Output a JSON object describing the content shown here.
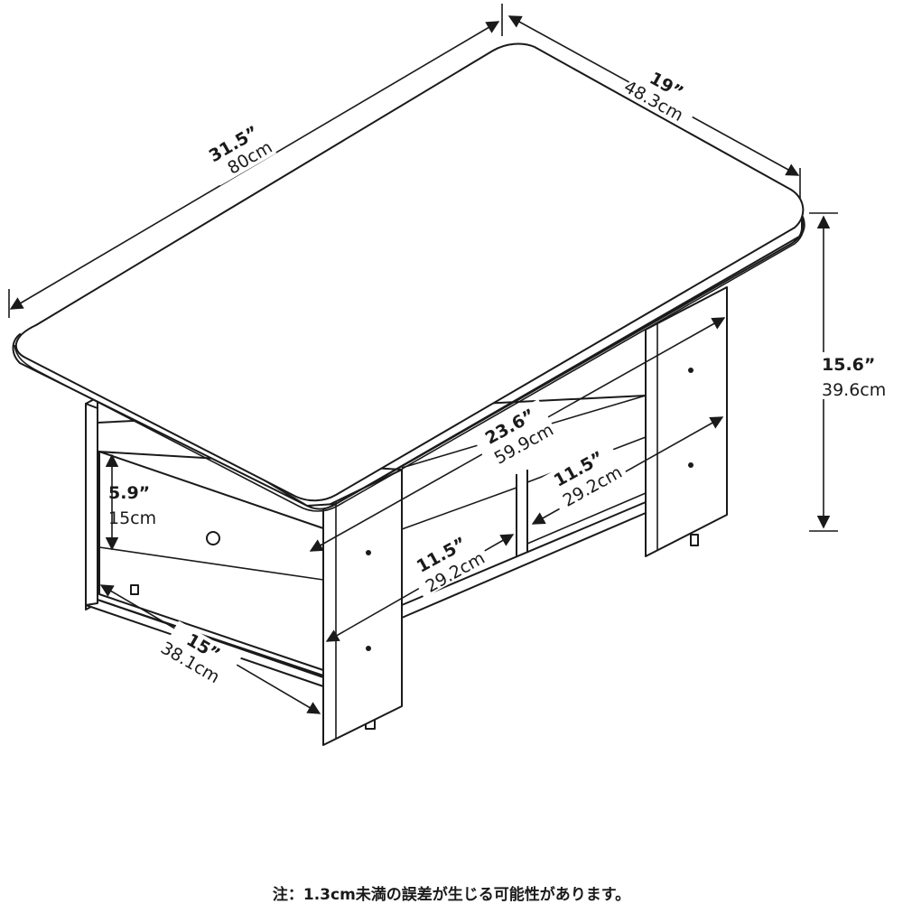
{
  "dimensions": {
    "width": {
      "inch": "31.5”",
      "cm": "80cm"
    },
    "depth": {
      "inch": "19”",
      "cm": "48.3cm"
    },
    "height": {
      "inch": "15.6”",
      "cm": "39.6cm"
    },
    "inner_width": {
      "inch": "23.6”",
      "cm": "59.9cm"
    },
    "shelf_right": {
      "inch": "11.5”",
      "cm": "29.2cm"
    },
    "shelf_left": {
      "inch": "11.5”",
      "cm": "29.2cm"
    },
    "drawer_height": {
      "inch": "5.9”",
      "cm": "15cm"
    },
    "drawer_depth": {
      "inch": "15”",
      "cm": "38.1cm"
    }
  },
  "note": "注：1.3cm未満の誤差が生じる可能性があります。"
}
